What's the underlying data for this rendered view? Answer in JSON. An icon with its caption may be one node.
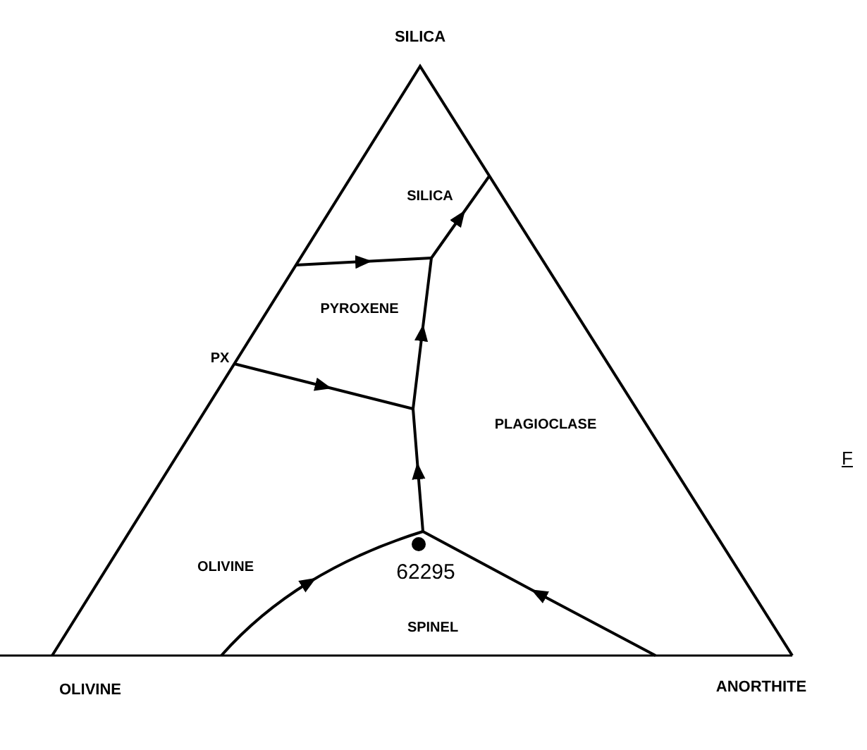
{
  "diagram": {
    "labels": [
      "SILICA",
      "SILICA",
      "PYROXENE",
      "F",
      "PX",
      "PLAGIOCLASE",
      "OLIVINE",
      "62295",
      "SPINEL",
      "OLIVINE",
      "ANORTHITE"
    ]
  }
}
